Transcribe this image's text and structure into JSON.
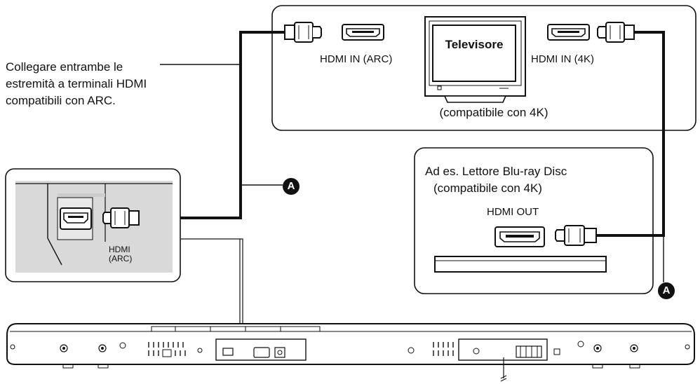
{
  "note": {
    "line1": "Collegare entrambe le",
    "line2": "estremità a terminali HDMI",
    "line3": "compatibili con ARC."
  },
  "tv": {
    "name": "Televisore",
    "port_arc": "HDMI IN (ARC)",
    "port_4k": "HDMI IN (4K)",
    "compat": "(compatibile con 4K)"
  },
  "player": {
    "line1": "Ad es. Lettore Blu-ray Disc",
    "line2": "(compatibile con 4K)",
    "port": "HDMI OUT"
  },
  "inset": {
    "line1": "HDMI",
    "line2": "(ARC)"
  },
  "markers": {
    "cable_a_1": "A",
    "cable_a_2": "A"
  }
}
